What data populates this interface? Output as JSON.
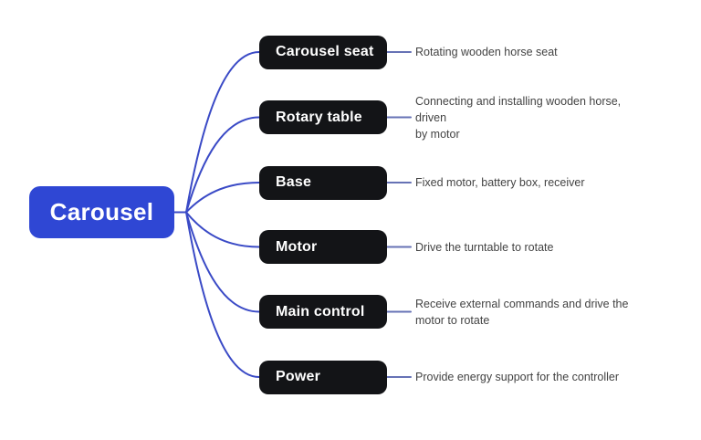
{
  "diagram": {
    "type": "mindmap",
    "root": {
      "label": "Carousel"
    },
    "children": [
      {
        "label": "Carousel seat",
        "description": "Rotating wooden horse seat"
      },
      {
        "label": "Rotary table",
        "description": "Connecting and installing wooden horse, driven\nby motor"
      },
      {
        "label": "Base",
        "description": "Fixed motor, battery box, receiver"
      },
      {
        "label": "Motor",
        "description": "Drive the turntable to rotate"
      },
      {
        "label": "Main control",
        "description": "Receive external commands and drive the\nmotor to rotate"
      },
      {
        "label": "Power",
        "description": "Provide energy support for the controller"
      }
    ],
    "colors": {
      "background": "#ffffff",
      "root_fill": "#2f47d4",
      "child_fill": "#131417",
      "node_text": "#ffffff",
      "connector": "#3a4ac6",
      "desc_connector": "#6672b5",
      "desc_text": "#434343"
    }
  }
}
